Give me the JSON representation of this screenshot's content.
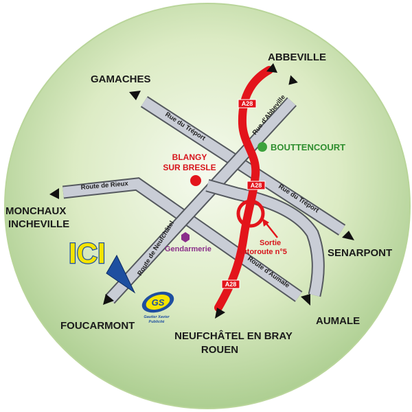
{
  "places": {
    "abbeville": "ABBEVILLE",
    "gamaches": "GAMACHES",
    "bouttencourt": "BOUTTENCOURT",
    "blangy_1": "BLANGY",
    "blangy_2": "SUR BRESLE",
    "monchaux": "MONCHAUX",
    "incheville": "INCHEVILLE",
    "senarpont": "SENARPONT",
    "foucarmont": "FOUCARMONT",
    "aumale": "AUMALE",
    "neufchatel": "NEUFCHÂTEL EN BRAY",
    "rouen": "ROUEN",
    "gendarmerie": "Gendarmerie"
  },
  "roads": {
    "rue_treport": "Rue du Tréport",
    "rue_abbeville": "Rue d'Abbeville",
    "route_rieux": "Route de Rieux",
    "route_neufchatel": "Route de Neufchâtel",
    "route_aumale": "Route d'Aumale",
    "a28": "A28"
  },
  "exit": {
    "line1": "Sortie",
    "line2": "Autoroute n°5"
  },
  "marker": {
    "label": "ICI"
  },
  "logo": {
    "initials": "GS",
    "line1": "Gautier Xavier",
    "line2": "Publicité"
  },
  "colors": {
    "circle": "#cfe3b0",
    "road_fill": "#c9cdd6",
    "road_edge": "#55595f",
    "motorway": "#e3141b",
    "bouttencourt_dot": "#3da23d",
    "blangy_dot": "#e3141b",
    "gendarmerie_dot": "#8a2f8a",
    "ici_text": "#f5e400",
    "ici_arrow": "#1e4fa0"
  }
}
